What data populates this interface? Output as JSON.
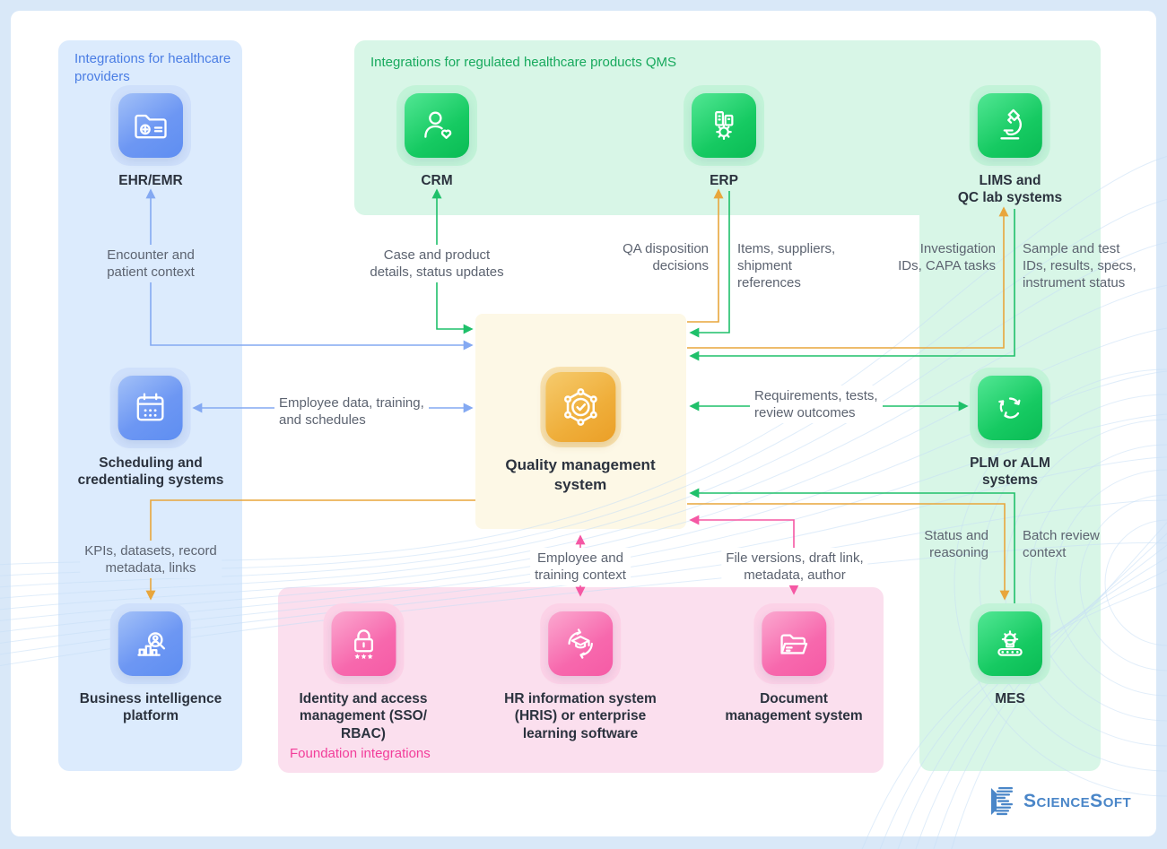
{
  "panels": {
    "healthcare": {
      "title": "Integrations for healthcare\nproviders",
      "title_color": "#4a7de4",
      "bg": "#dcebfd"
    },
    "regulated": {
      "title": "Integrations for regulated healthcare products QMS",
      "title_color": "#17a95d",
      "bg": "#d8f6e7"
    },
    "foundation": {
      "title": "Foundation integrations",
      "title_color": "#f23d9a",
      "bg": "#fbdfee"
    }
  },
  "center": {
    "label": "Quality management\nsystem",
    "icon": "quality-badge-network-icon",
    "bg": "#fdf8e6",
    "tile_colors": [
      "#f6cb6d",
      "#eb9f27"
    ]
  },
  "nodes": {
    "ehr": {
      "label": "EHR/EMR",
      "icon": "folder-plus-icon",
      "theme": "blue"
    },
    "crm": {
      "label": "CRM",
      "icon": "customer-heart-icon",
      "theme": "green"
    },
    "erp": {
      "label": "ERP",
      "icon": "factory-gear-icon",
      "theme": "green"
    },
    "lims": {
      "label": "LIMS and\nQC lab systems",
      "icon": "microscope-icon",
      "theme": "green"
    },
    "scheduling": {
      "label": "Scheduling and\ncredentialing systems",
      "icon": "calendar-icon",
      "theme": "blue"
    },
    "plm": {
      "label": "PLM or ALM\nsystems",
      "icon": "lifecycle-arrows-icon",
      "theme": "green"
    },
    "bi": {
      "label": "Business intelligence\nplatform",
      "icon": "chart-magnifier-icon",
      "theme": "blue"
    },
    "iam": {
      "label": "Identity and access\nmanagement (SSO/\nRBAC)",
      "icon": "padlock-stars-icon",
      "theme": "pink"
    },
    "hris": {
      "label": "HR information system\n(HRIS) or enterprise\nlearning software",
      "icon": "graduation-sync-icon",
      "theme": "pink"
    },
    "dms": {
      "label": "Document\nmanagement system",
      "icon": "folder-documents-icon",
      "theme": "pink"
    },
    "mes": {
      "label": "MES",
      "icon": "gear-conveyor-icon",
      "theme": "green"
    }
  },
  "edges": {
    "encounter": {
      "label": "Encounter and\npatient context",
      "color": "#84a9f2",
      "between": [
        "qms",
        "ehr"
      ],
      "direction": "both"
    },
    "case_details": {
      "label": "Case and product\ndetails, status updates",
      "color": "#1fc06a",
      "between": [
        "qms",
        "crm"
      ],
      "direction": "both"
    },
    "qa_disposition": {
      "label": "QA disposition\ndecisions",
      "color": "#e8a63c",
      "between": [
        "qms",
        "erp"
      ],
      "direction": "to-erp"
    },
    "items_suppliers": {
      "label": "Items, suppliers,\nshipment\nreferences",
      "color": "#1fc06a",
      "between": [
        "erp",
        "qms"
      ],
      "direction": "to-qms"
    },
    "investigation": {
      "label": "Investigation\nIDs, CAPA tasks",
      "color": "#e8a63c",
      "between": [
        "qms",
        "lims"
      ],
      "direction": "to-lims"
    },
    "sample_test": {
      "label": "Sample and test\nIDs, results, specs,\ninstrument status",
      "color": "#1fc06a",
      "between": [
        "lims",
        "qms"
      ],
      "direction": "to-qms"
    },
    "employee_data": {
      "label": "Employee data, training,\nand schedules",
      "color": "#84a9f2",
      "between": [
        "qms",
        "scheduling"
      ],
      "direction": "both"
    },
    "requirements": {
      "label": "Requirements, tests,\nreview outcomes",
      "color": "#1fc06a",
      "between": [
        "qms",
        "plm"
      ],
      "direction": "both"
    },
    "kpis": {
      "label": "KPIs, datasets, record\nmetadata, links",
      "color": "#e8a63c",
      "between": [
        "qms",
        "bi"
      ],
      "direction": "to-bi"
    },
    "employee_training": {
      "label": "Employee and\ntraining context",
      "color": "#f558a4",
      "between": [
        "qms",
        "hris"
      ],
      "direction": "both"
    },
    "file_versions": {
      "label": "File versions, draft link,\nmetadata, author",
      "color": "#f558a4",
      "between": [
        "qms",
        "dms"
      ],
      "direction": "both"
    },
    "status_reasoning": {
      "label": "Status and\nreasoning",
      "color": "#e8a63c",
      "between": [
        "qms",
        "mes"
      ],
      "direction": "to-mes"
    },
    "batch_review": {
      "label": "Batch review\ncontext",
      "color": "#1fc06a",
      "between": [
        "mes",
        "qms"
      ],
      "direction": "to-qms"
    }
  },
  "palette": {
    "blue": "#84a9f2",
    "green": "#1fc06a",
    "orange": "#e8a63c",
    "pink": "#f558a4"
  },
  "logo": {
    "text": "ScienceSoft",
    "color": "#4a86c8"
  }
}
